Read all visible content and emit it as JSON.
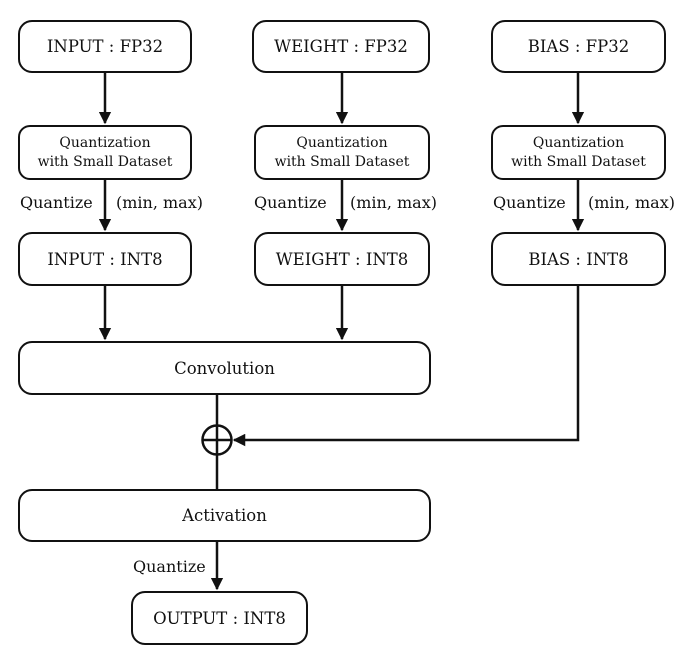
{
  "columns": [
    {
      "source_label": "INPUT : FP32",
      "quant_line1": "Quantization",
      "quant_line2": "with Small Dataset",
      "edge_left": "Quantize",
      "edge_right": "(min, max)",
      "quantized_label": "INPUT : INT8"
    },
    {
      "source_label": "WEIGHT : FP32",
      "quant_line1": "Quantization",
      "quant_line2": "with Small Dataset",
      "edge_left": "Quantize",
      "edge_right": "(min, max)",
      "quantized_label": "WEIGHT : INT8"
    },
    {
      "source_label": "BIAS : FP32",
      "quant_line1": "Quantization",
      "quant_line2": "with Small Dataset",
      "edge_left": "Quantize",
      "edge_right": "(min, max)",
      "quantized_label": "BIAS : INT8"
    }
  ],
  "convolution_label": "Convolution",
  "adder_symbol": "⊕",
  "activation_label": "Activation",
  "output_edge_label": "Quantize",
  "output_label": "OUTPUT : INT8",
  "colors": {
    "stroke": "#111111",
    "background": "#ffffff"
  }
}
